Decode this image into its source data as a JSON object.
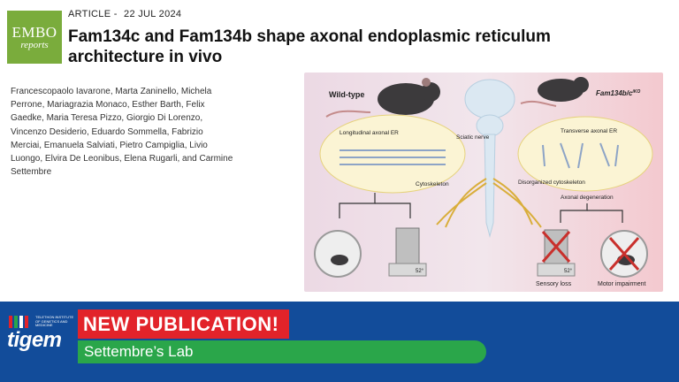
{
  "logo": {
    "line1": "EMBO",
    "line2": "reports"
  },
  "article": {
    "type_label": "ARTICLE -",
    "date": "22 JUL 2024",
    "title": "Fam134c and Fam134b shape axonal endoplasmic reticulum architecture in vivo",
    "authors": "Francescopaolo Iavarone, Marta Zaninello, Michela Perrone, Mariagrazia Monaco, Esther Barth, Felix Gaedke, Maria Teresa Pizzo, Giorgio Di Lorenzo, Vincenzo Desiderio, Eduardo Sommella, Fabrizio Merciai, Emanuela Salviati, Pietro Campiglia, Livio Luongo, Elvira De Leonibus, Elena Rugarli, and Carmine Settembre"
  },
  "figure": {
    "wild_type": "Wild-type",
    "mutant_main": "Fam134b/c",
    "mutant_sup": "iKO",
    "longitudinal_er": "Longitudinal axonal ER",
    "cytoskeleton": "Cytoskeleton",
    "sciatic_nerve": "Sciatic nerve",
    "transverse_er": "Transverse axonal ER",
    "disorganized_cytoskeleton": "Disorganized cytoskeleton",
    "axonal_degeneration": "Axonal degeneration",
    "sensory_loss": "Sensory loss",
    "motor_impairment": "Motor impairment",
    "temp_left": "52°",
    "temp_right": "52°"
  },
  "banner": {
    "logo_text": "tigem",
    "logo_sub": "TELETHON INSTITUTE OF GENETICS AND MEDICINE",
    "headline": "NEW PUBLICATION!",
    "lab": "Settembre’s Lab"
  },
  "colors": {
    "embo_green": "#7aac3c",
    "banner_blue": "#124c9a",
    "headline_red": "#e2232a",
    "lab_green": "#2aa64a"
  }
}
